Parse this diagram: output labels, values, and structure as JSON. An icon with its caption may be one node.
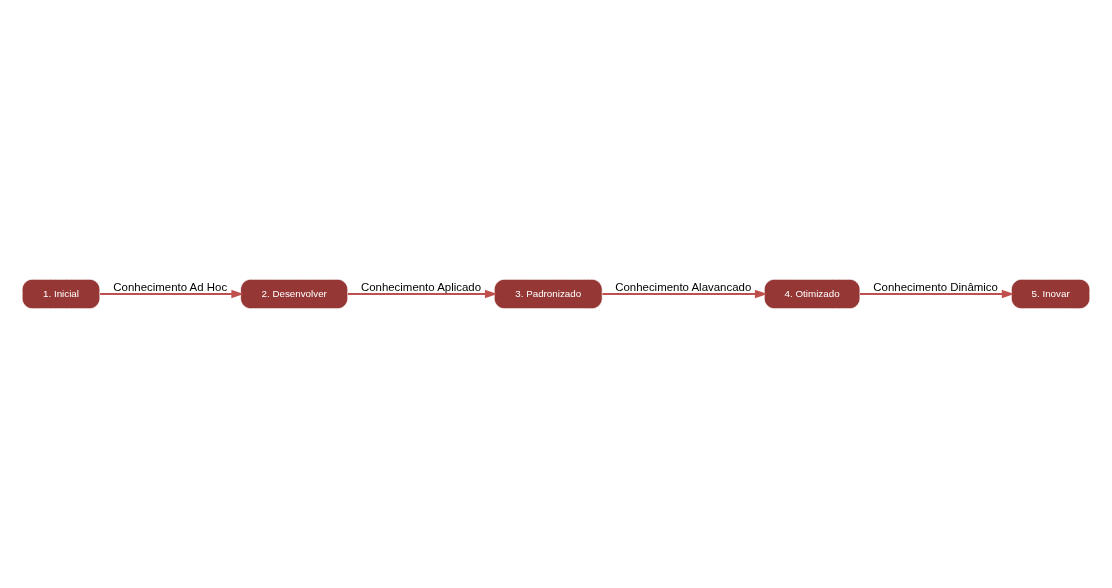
{
  "diagram": {
    "nodes": [
      {
        "text": [
          "1. Inicial"
        ]
      },
      {
        "text": [
          "2. Desenvolver"
        ]
      },
      {
        "text": [
          "3. Padronizado"
        ]
      },
      {
        "text": [
          "4. Otimizado"
        ]
      },
      {
        "text": [
          "5. Inovar"
        ]
      }
    ],
    "edges": [
      {
        "from": 0,
        "to": 1,
        "arrow": "to",
        "label": "Conhecimento Ad Hoc"
      },
      {
        "from": 1,
        "to": 2,
        "arrow": "to",
        "label": "Conhecimento Aplicado"
      },
      {
        "from": 2,
        "to": 3,
        "arrow": "to",
        "label": "Conhecimento Alavancado"
      },
      {
        "from": 3,
        "to": 4,
        "arrow": "to",
        "label": "Conhecimento Dinâmico"
      }
    ]
  }
}
